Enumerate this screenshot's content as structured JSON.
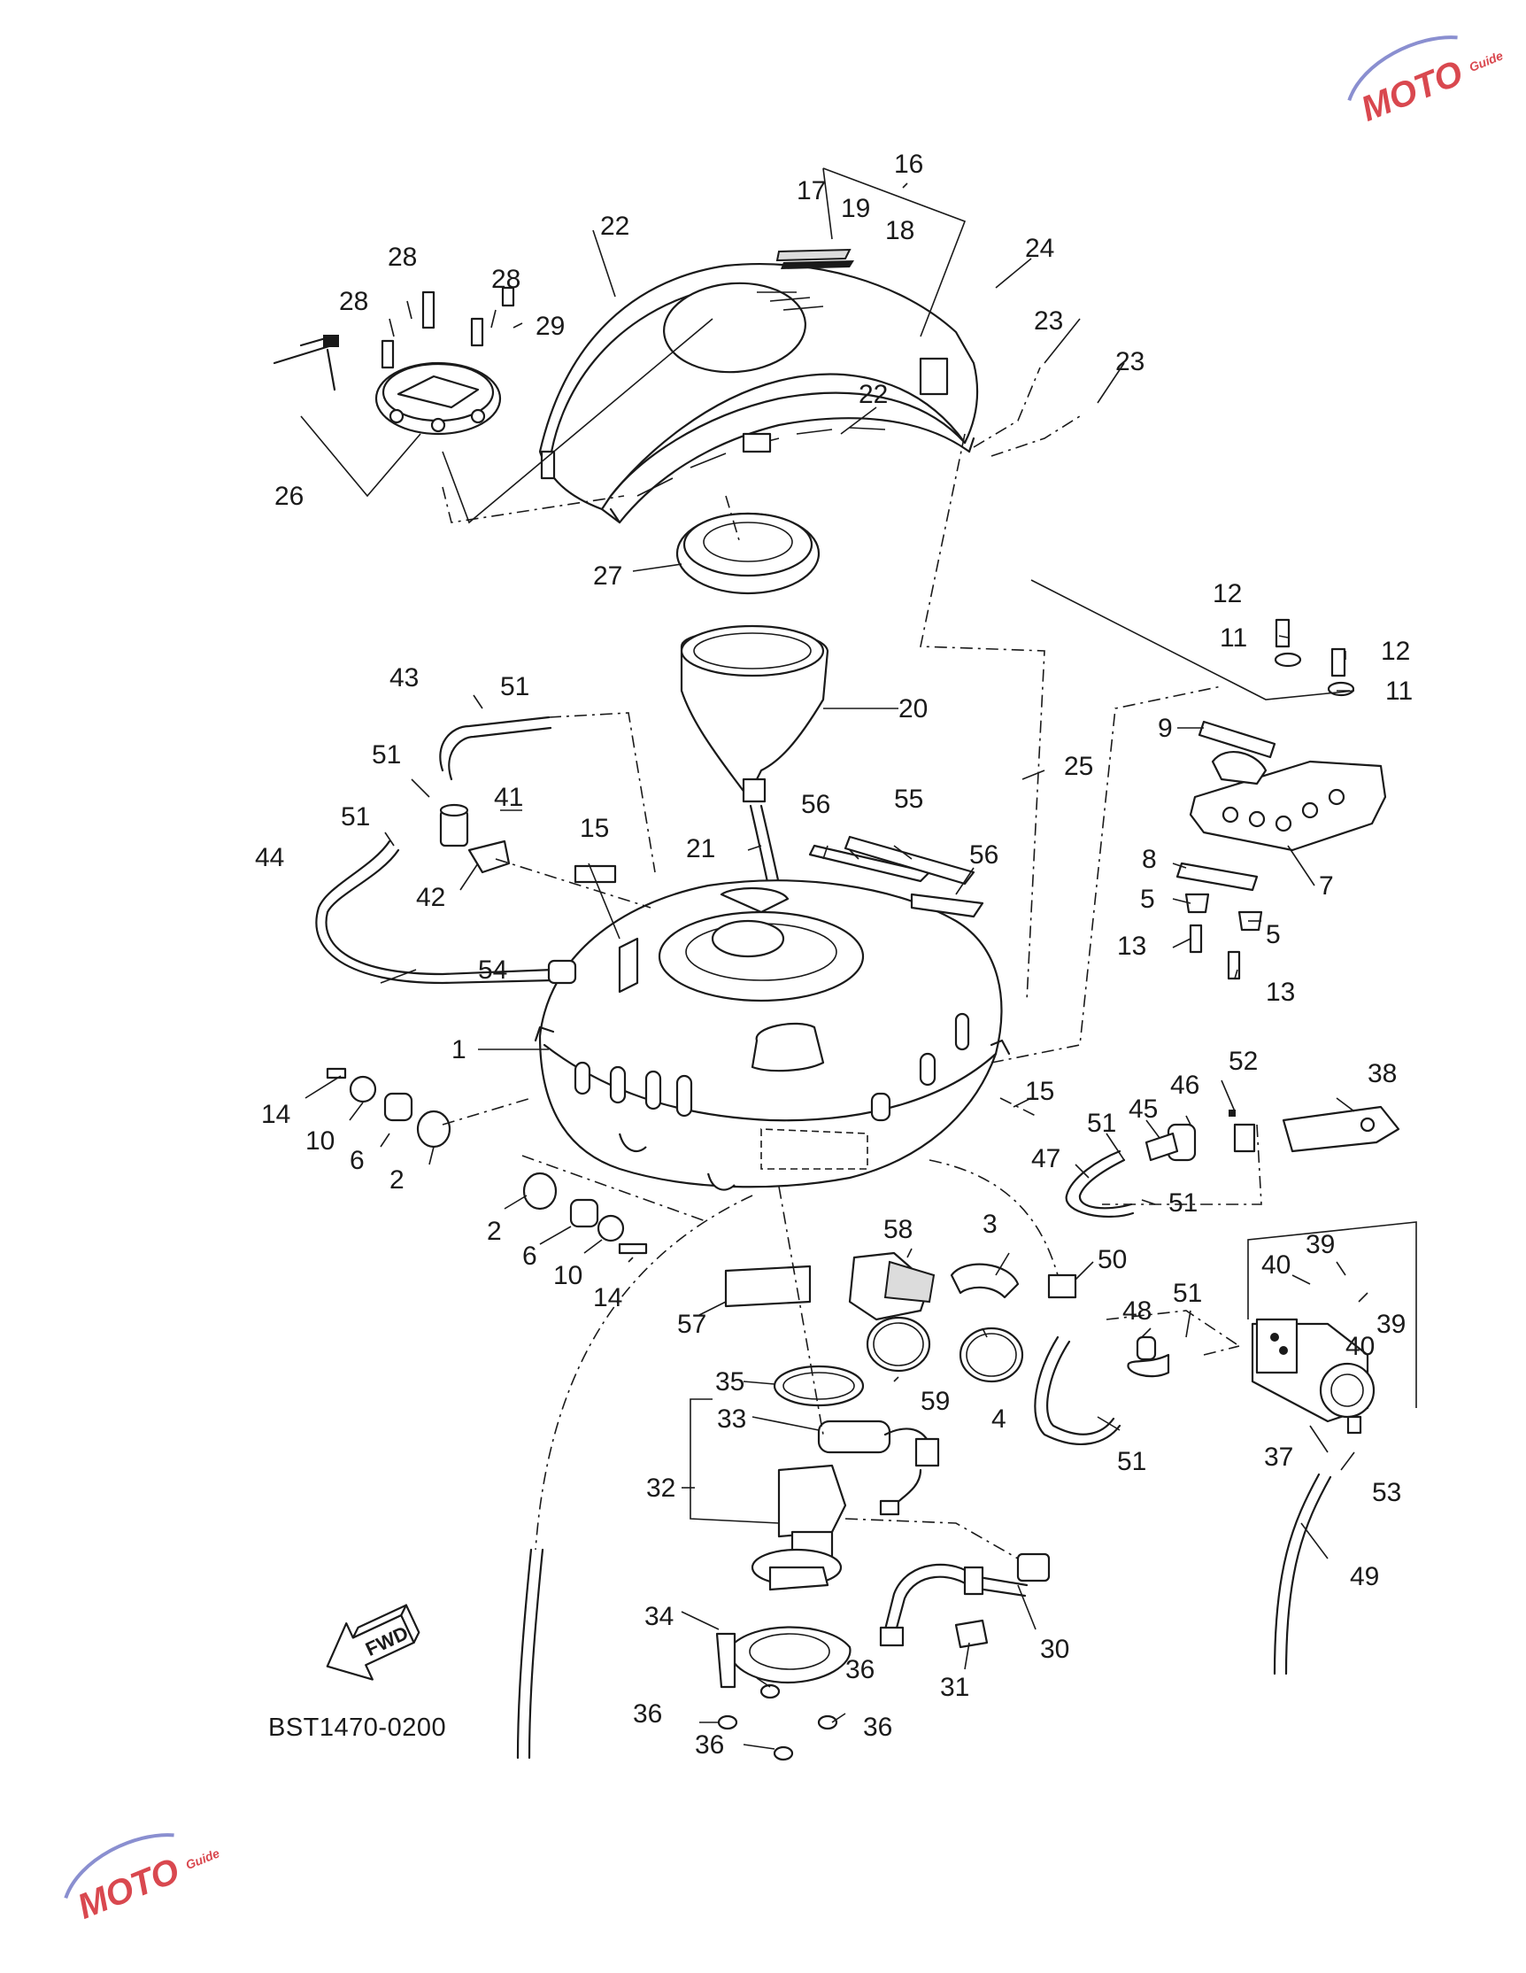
{
  "diagram_code": "BST1470-0200",
  "fwd_label": "FWD",
  "watermark": {
    "brand": "MOTO",
    "sub": "Guide",
    "color": "#d9484f"
  },
  "callouts": [
    {
      "id": "c16",
      "text": "16"
    },
    {
      "id": "c17",
      "text": "17"
    },
    {
      "id": "c19",
      "text": "19"
    },
    {
      "id": "c18",
      "text": "18"
    },
    {
      "id": "c22a",
      "text": "22"
    },
    {
      "id": "c24",
      "text": "24"
    },
    {
      "id": "c28a",
      "text": "28"
    },
    {
      "id": "c28b",
      "text": "28"
    },
    {
      "id": "c28c",
      "text": "28"
    },
    {
      "id": "c29",
      "text": "29"
    },
    {
      "id": "c23a",
      "text": "23"
    },
    {
      "id": "c23b",
      "text": "23"
    },
    {
      "id": "c22b",
      "text": "22"
    },
    {
      "id": "c26",
      "text": "26"
    },
    {
      "id": "c27",
      "text": "27"
    },
    {
      "id": "c12a",
      "text": "12"
    },
    {
      "id": "c11a",
      "text": "11"
    },
    {
      "id": "c12b",
      "text": "12"
    },
    {
      "id": "c11b",
      "text": "11"
    },
    {
      "id": "c9",
      "text": "9"
    },
    {
      "id": "c20",
      "text": "20"
    },
    {
      "id": "c43",
      "text": "43"
    },
    {
      "id": "c51a",
      "text": "51"
    },
    {
      "id": "c25",
      "text": "25"
    },
    {
      "id": "c51b",
      "text": "51"
    },
    {
      "id": "c41",
      "text": "41"
    },
    {
      "id": "c56a",
      "text": "56"
    },
    {
      "id": "c55",
      "text": "55"
    },
    {
      "id": "c51c",
      "text": "51"
    },
    {
      "id": "c15a",
      "text": "15"
    },
    {
      "id": "c21",
      "text": "21"
    },
    {
      "id": "c56b",
      "text": "56"
    },
    {
      "id": "c7",
      "text": "7"
    },
    {
      "id": "c44",
      "text": "44"
    },
    {
      "id": "c42",
      "text": "42"
    },
    {
      "id": "c8",
      "text": "8"
    },
    {
      "id": "c5a",
      "text": "5"
    },
    {
      "id": "c5b",
      "text": "5"
    },
    {
      "id": "c13a",
      "text": "13"
    },
    {
      "id": "c13b",
      "text": "13"
    },
    {
      "id": "c54",
      "text": "54"
    },
    {
      "id": "c1",
      "text": "1"
    },
    {
      "id": "c52",
      "text": "52"
    },
    {
      "id": "c38",
      "text": "38"
    },
    {
      "id": "c46",
      "text": "46"
    },
    {
      "id": "c45",
      "text": "45"
    },
    {
      "id": "c15b",
      "text": "15"
    },
    {
      "id": "c51d",
      "text": "51"
    },
    {
      "id": "c14a",
      "text": "14"
    },
    {
      "id": "c10a",
      "text": "10"
    },
    {
      "id": "c6a",
      "text": "6"
    },
    {
      "id": "c2a",
      "text": "2"
    },
    {
      "id": "c47",
      "text": "47"
    },
    {
      "id": "c51e",
      "text": "51"
    },
    {
      "id": "c58",
      "text": "58"
    },
    {
      "id": "c3",
      "text": "3"
    },
    {
      "id": "c2b",
      "text": "2"
    },
    {
      "id": "c6b",
      "text": "6"
    },
    {
      "id": "c10b",
      "text": "10"
    },
    {
      "id": "c14b",
      "text": "14"
    },
    {
      "id": "c50",
      "text": "50"
    },
    {
      "id": "c39a",
      "text": "39"
    },
    {
      "id": "c40a",
      "text": "40"
    },
    {
      "id": "c51f",
      "text": "51"
    },
    {
      "id": "c39b",
      "text": "39"
    },
    {
      "id": "c48",
      "text": "48"
    },
    {
      "id": "c40b",
      "text": "40"
    },
    {
      "id": "c57",
      "text": "57"
    },
    {
      "id": "c35",
      "text": "35"
    },
    {
      "id": "c59",
      "text": "59"
    },
    {
      "id": "c4",
      "text": "4"
    },
    {
      "id": "c33",
      "text": "33"
    },
    {
      "id": "c51g",
      "text": "51"
    },
    {
      "id": "c37",
      "text": "37"
    },
    {
      "id": "c53",
      "text": "53"
    },
    {
      "id": "c32",
      "text": "32"
    },
    {
      "id": "c49",
      "text": "49"
    },
    {
      "id": "c34",
      "text": "34"
    },
    {
      "id": "c30",
      "text": "30"
    },
    {
      "id": "c36a",
      "text": "36"
    },
    {
      "id": "c31",
      "text": "31"
    },
    {
      "id": "c36b",
      "text": "36"
    },
    {
      "id": "c36c",
      "text": "36"
    },
    {
      "id": "c36d",
      "text": "36"
    }
  ]
}
